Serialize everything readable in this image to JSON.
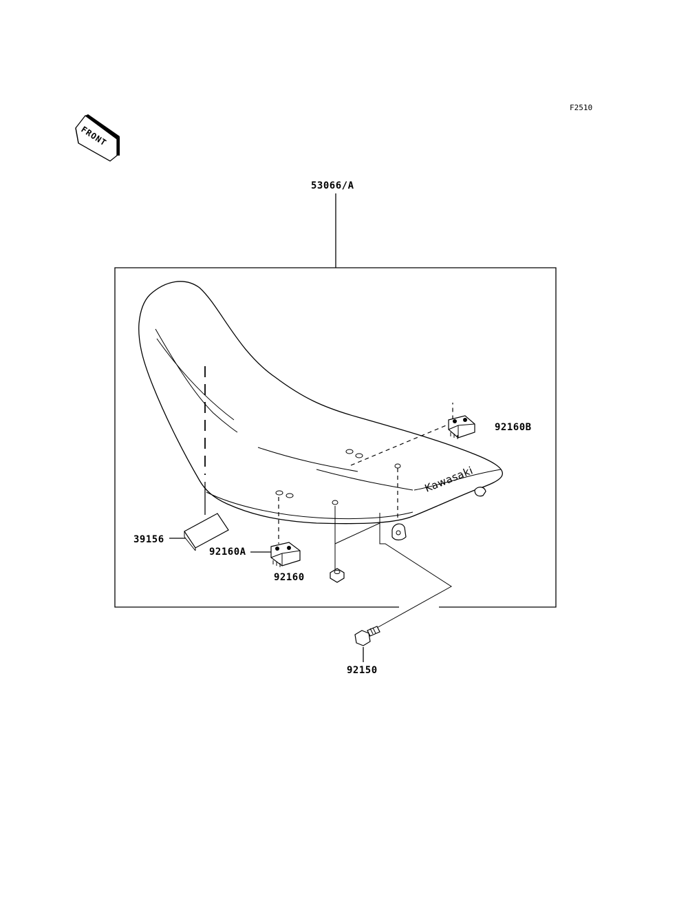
{
  "figure_code": "F2510",
  "front_marker": {
    "text": "FRONT",
    "icon": "front-arrow-icon"
  },
  "brand_text": "Kawasaki",
  "parts": {
    "seat_assembly": "53066/A",
    "strap_clip_b": "92160B",
    "reflector_pad": "39156",
    "strap_clip_a": "92160A",
    "damper": "92160",
    "bolt": "92150"
  }
}
